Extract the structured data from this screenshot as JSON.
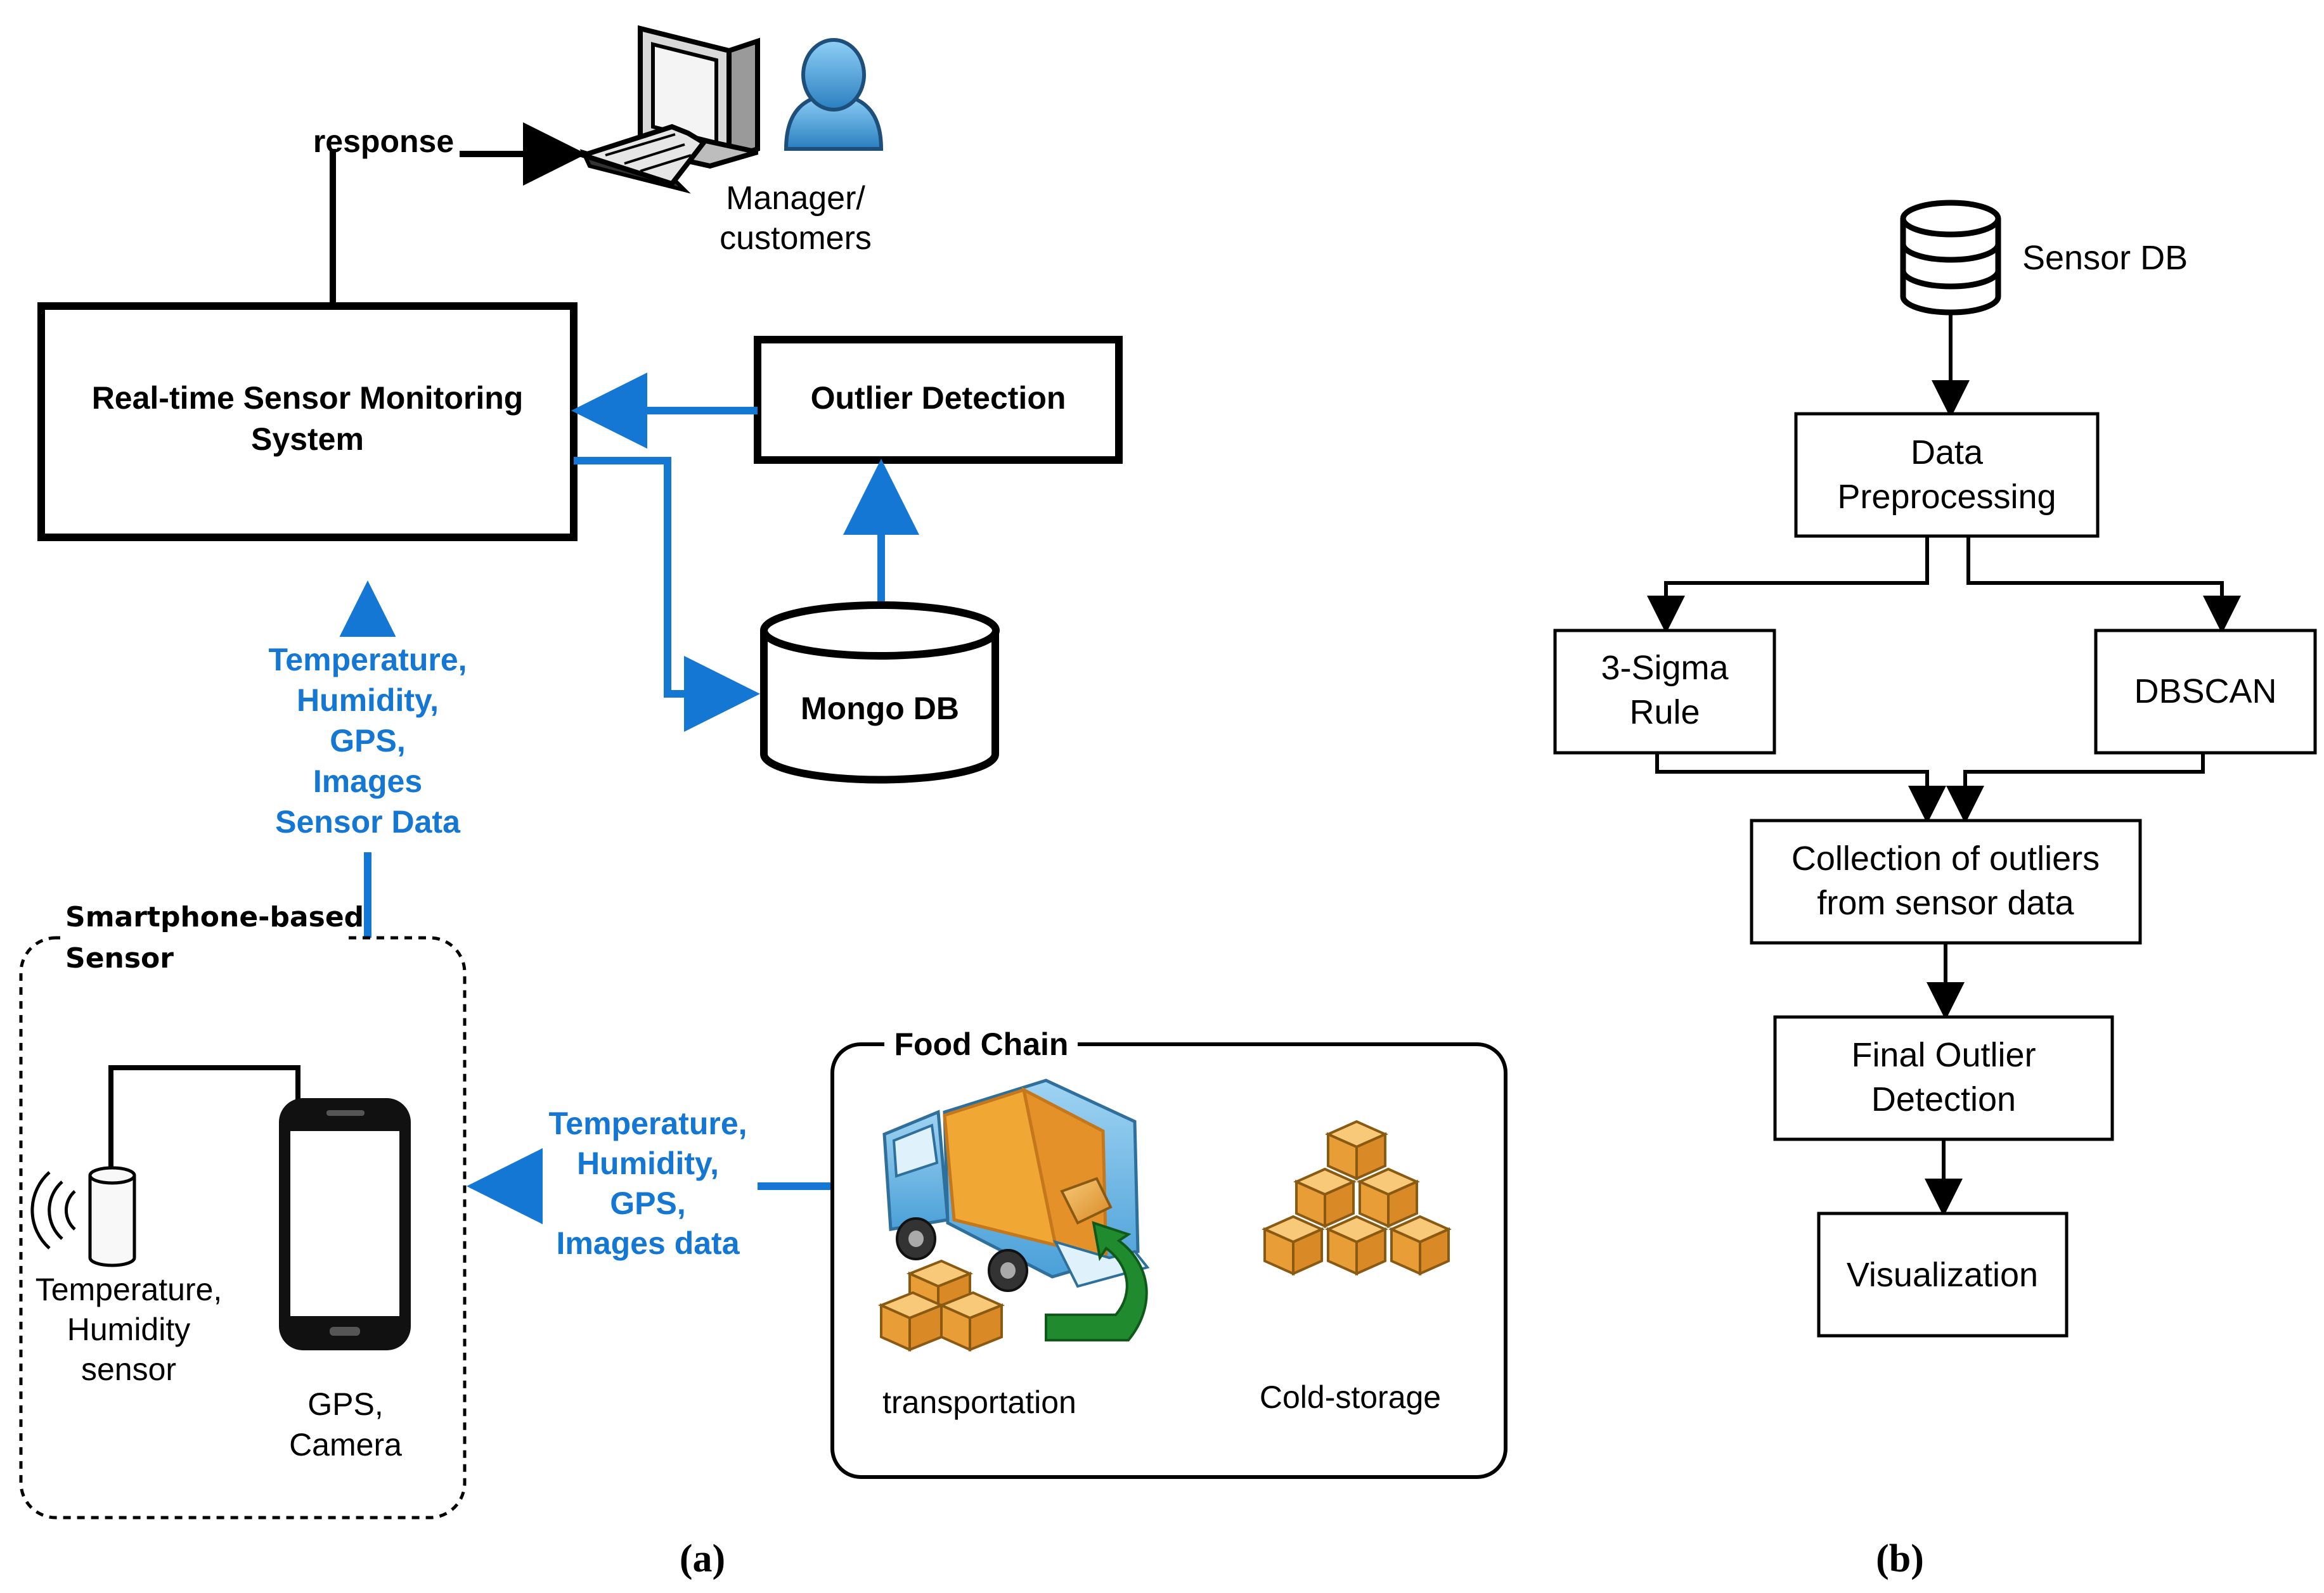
{
  "panel_a": {
    "caption": "(a)",
    "response_label": "response",
    "manager_label": [
      "Manager/",
      "customers"
    ],
    "monitoring_box": [
      "Real-time Sensor Monitoring",
      "System"
    ],
    "outlier_box": "Outlier Detection",
    "mongo_label": "Mongo DB",
    "sensor_data_label": [
      "Temperature,",
      "Humidity,",
      "GPS,",
      "Images",
      "Sensor Data"
    ],
    "smartphone_group": [
      "Smartphone-based",
      "Sensor"
    ],
    "sensor_label": [
      "Temperature,",
      "Humidity",
      "sensor"
    ],
    "phone_label": [
      "GPS,",
      "Camera"
    ],
    "food_data_label": [
      "Temperature,",
      "Humidity,",
      "GPS,",
      "Images data"
    ],
    "food_chain_title": "Food Chain",
    "transport_label": "transportation",
    "cold_storage_label": "Cold-storage"
  },
  "panel_b": {
    "caption": "(b)",
    "sensor_db_label": "Sensor DB",
    "preprocessing": [
      "Data",
      "Preprocessing"
    ],
    "sigma": [
      "3-Sigma",
      "Rule"
    ],
    "dbscan": "DBSCAN",
    "collection": [
      "Collection of outliers",
      "from sensor data"
    ],
    "final": [
      "Final Outlier",
      "Detection"
    ],
    "visualization": "Visualization"
  },
  "colors": {
    "blue": "#1577d4",
    "black": "#000000",
    "box_orange": "#e8a13a",
    "green_arrow": "#1f8a2e"
  },
  "icons": [
    "computer-icon",
    "user-icon",
    "database-icon",
    "truck-icon",
    "boxes-icon",
    "phone-icon",
    "sensor-icon"
  ]
}
